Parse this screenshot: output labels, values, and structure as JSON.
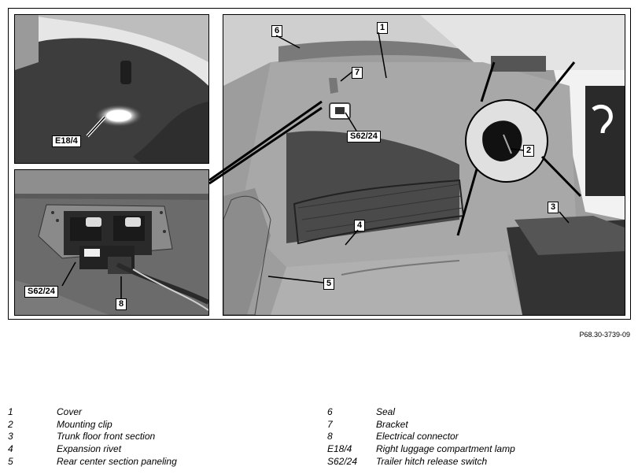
{
  "figure": {
    "reference": "P68.30-3739-09",
    "callouts": {
      "e18_4": "E18/4",
      "s62_24_detail": "S62/24",
      "s62_24_main": "S62/24",
      "c1": "1",
      "c2": "2",
      "c3": "3",
      "c4": "4",
      "c5": "5",
      "c6": "6",
      "c7": "7",
      "c8": "8"
    }
  },
  "legend": [
    {
      "num": "1",
      "desc": "Cover"
    },
    {
      "num": "2",
      "desc": "Mounting clip"
    },
    {
      "num": "3",
      "desc": "Trunk floor front section"
    },
    {
      "num": "4",
      "desc": "Expansion rivet"
    },
    {
      "num": "5",
      "desc": "Rear center section paneling"
    },
    {
      "num": "6",
      "desc": "Seal"
    },
    {
      "num": "7",
      "desc": "Bracket"
    },
    {
      "num": "8",
      "desc": "Electrical connector"
    },
    {
      "num": "E18/4",
      "desc": "Right luggage compartment lamp"
    },
    {
      "num": "S62/24",
      "desc": "Trailer hitch release switch"
    }
  ]
}
